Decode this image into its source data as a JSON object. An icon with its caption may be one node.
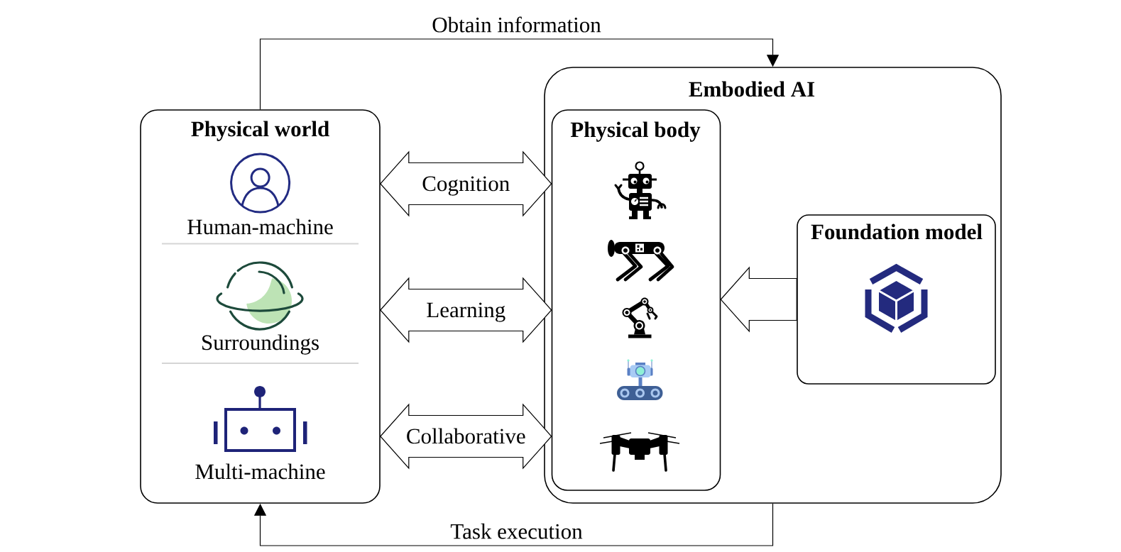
{
  "diagram": {
    "nodes": [
      {
        "text": [
          "Physical world",
          "Human-machine",
          "Surroundings",
          "Multi-machine"
        ]
      },
      {
        "text": [
          "Embodied AI"
        ]
      },
      {
        "text": [
          "Physical body"
        ],
        "in": 1
      },
      {
        "text": [
          "Foundation model"
        ],
        "in": 1
      }
    ],
    "edges": [
      {
        "from": 0,
        "to": 1,
        "arrow": "to",
        "label": "Obtain information"
      },
      {
        "from": 0,
        "to": 2,
        "arrow": "both",
        "label": "Cognition",
        "style": "thick"
      },
      {
        "from": 0,
        "to": 2,
        "arrow": "both",
        "label": "Learning",
        "style": "thick"
      },
      {
        "from": 0,
        "to": 2,
        "arrow": "both",
        "label": "Collaborative",
        "style": "thick"
      },
      {
        "from": 3,
        "to": 2,
        "arrow": "to",
        "style": "thick"
      },
      {
        "from": 1,
        "to": 0,
        "arrow": "to",
        "label": "Task execution"
      }
    ]
  }
}
